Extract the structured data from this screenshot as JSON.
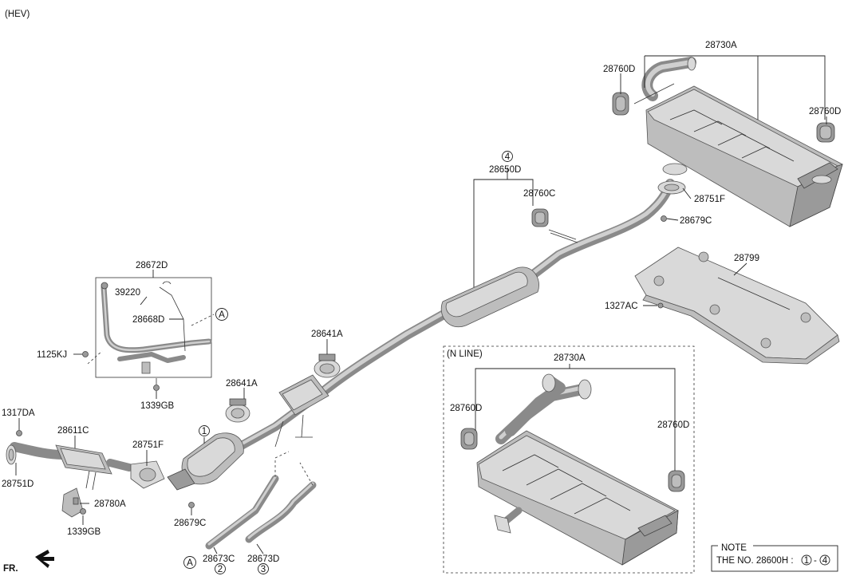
{
  "header": {
    "variant": "(HEV)"
  },
  "sections": {
    "n_line": "(N LINE)"
  },
  "labels": {
    "p28730A_top": "28730A",
    "p28760D_tl": "28760D",
    "p28760D_tr": "28760D",
    "p28650D_marker": "4",
    "p28650D": "28650D",
    "p28760C": "28760C",
    "p28751F_top": "28751F",
    "p28679C_top": "28679C",
    "p28799": "28799",
    "p1327AC": "1327AC",
    "p28672D": "28672D",
    "p39220": "39220",
    "p28668D": "28668D",
    "marker_A_top": "A",
    "p1125KJ": "1125KJ",
    "p1339GB_top": "1339GB",
    "p28641A_a": "28641A",
    "p28641A_b": "28641A",
    "p1317DA": "1317DA",
    "p28611C": "28611C",
    "p28751F_low": "28751F",
    "marker_1": "1",
    "p28751D": "28751D",
    "p28780A": "28780A",
    "p1339GB_low": "1339GB",
    "p28679C_low": "28679C",
    "marker_A_low": "A",
    "p28673C": "28673C",
    "marker_2": "2",
    "p28673D": "28673D",
    "marker_3": "3",
    "p28730A_nl": "28730A",
    "p28760D_nl_l": "28760D",
    "p28760D_nl_r": "28760D"
  },
  "note": {
    "title": "NOTE",
    "text_prefix": "THE NO. 28600H :",
    "range_start": "1",
    "range_sep": "-",
    "range_end": "4"
  },
  "orientation": {
    "label": "FR."
  }
}
